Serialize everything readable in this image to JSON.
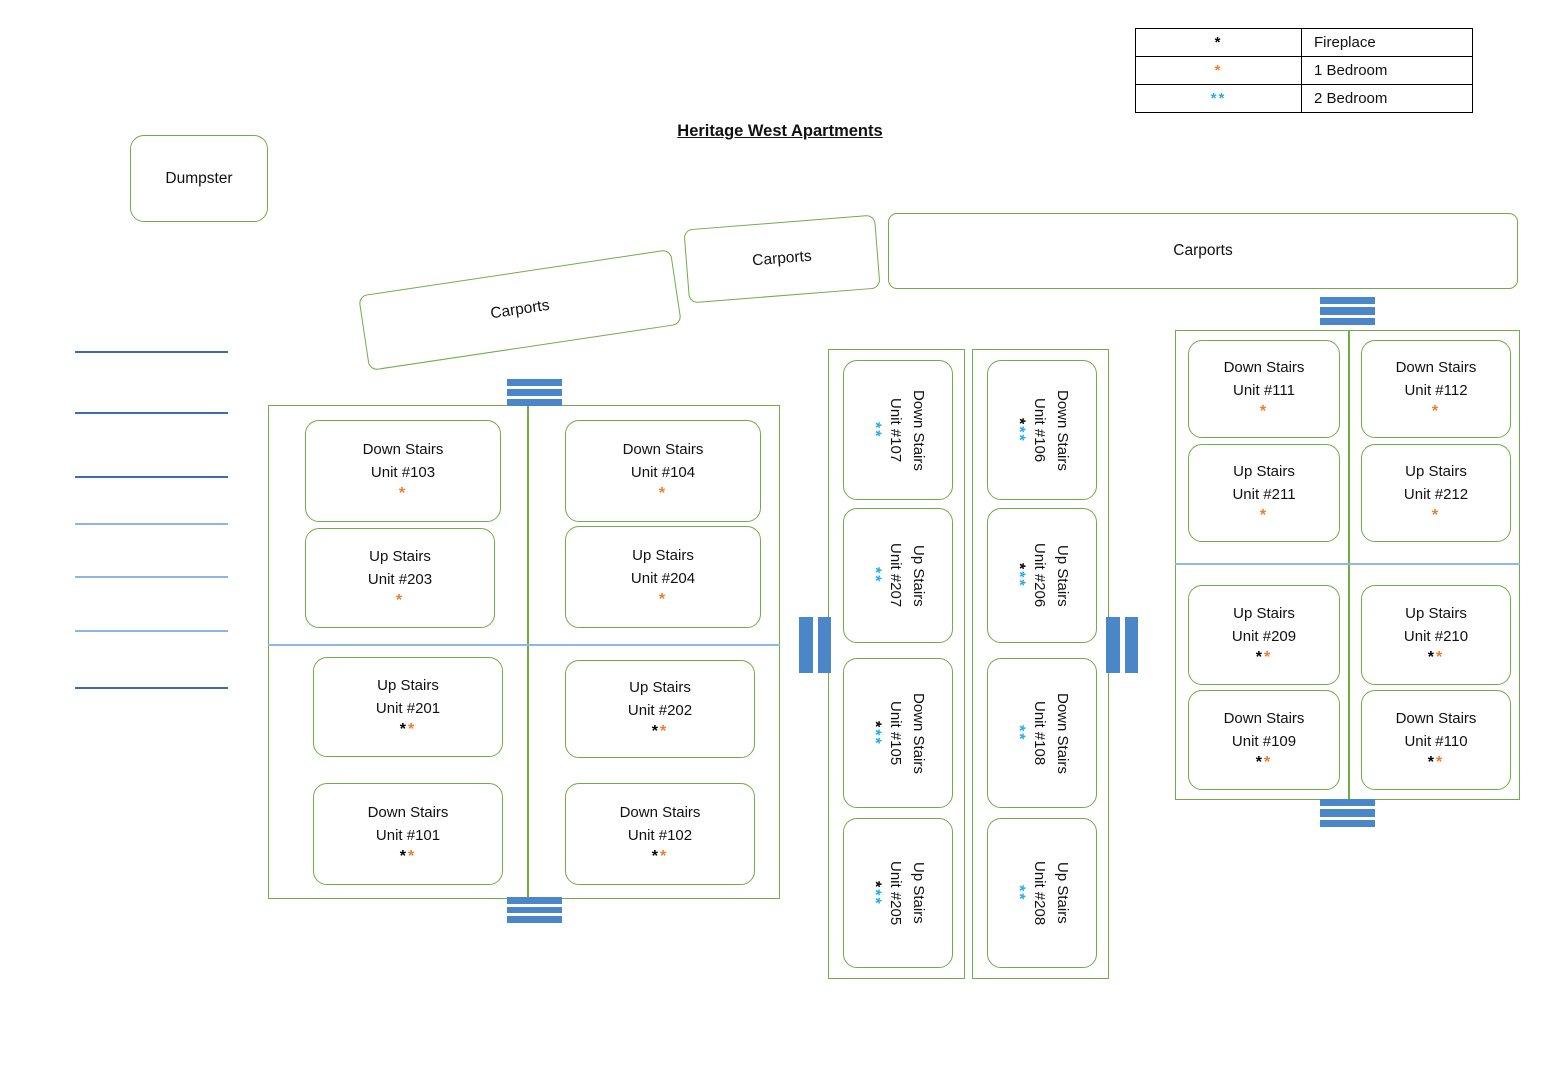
{
  "title": "Heritage West Apartments",
  "legend": {
    "rows": [
      {
        "stars": [
          [
            "*",
            "#000000"
          ]
        ],
        "label": "Fireplace"
      },
      {
        "stars": [
          [
            "*",
            "#ED7D31"
          ]
        ],
        "label": "1 Bedroom"
      },
      {
        "stars": [
          [
            "*",
            "#29ABE2"
          ],
          [
            "*",
            "#29ABE2"
          ]
        ],
        "label": "2 Bedroom"
      }
    ]
  },
  "dumpster": {
    "label": "Dumpster"
  },
  "carports": {
    "left": "Carports",
    "middle": "Carports",
    "right": "Carports"
  },
  "buildings": {
    "west": {
      "units": [
        {
          "line1": "Down Stairs",
          "line2": "Unit #103",
          "stars": [
            [
              "*",
              "#ED7D31"
            ]
          ]
        },
        {
          "line1": "Down Stairs",
          "line2": "Unit #104",
          "stars": [
            [
              "*",
              "#ED7D31"
            ]
          ]
        },
        {
          "line1": "Up Stairs",
          "line2": "Unit #203",
          "stars": [
            [
              "*",
              "#ED7D31"
            ]
          ]
        },
        {
          "line1": "Up Stairs",
          "line2": "Unit #204",
          "stars": [
            [
              "*",
              "#ED7D31"
            ]
          ]
        },
        {
          "line1": "Up Stairs",
          "line2": "Unit #201",
          "stars": [
            [
              "*",
              "#000000"
            ],
            [
              "*",
              "#ED7D31"
            ]
          ]
        },
        {
          "line1": "Up Stairs",
          "line2": "Unit #202",
          "stars": [
            [
              "*",
              "#000000"
            ],
            [
              "*",
              "#ED7D31"
            ]
          ]
        },
        {
          "line1": "Down Stairs",
          "line2": "Unit #101",
          "stars": [
            [
              "*",
              "#000000"
            ],
            [
              "*",
              "#ED7D31"
            ]
          ]
        },
        {
          "line1": "Down Stairs",
          "line2": "Unit #102",
          "stars": [
            [
              "*",
              "#000000"
            ],
            [
              "*",
              "#ED7D31"
            ]
          ]
        }
      ]
    },
    "center": {
      "units": [
        {
          "line1": "Down Stairs",
          "line2": "Unit #107",
          "stars": [
            [
              "*",
              "#29ABE2"
            ],
            [
              "*",
              "#29ABE2"
            ]
          ]
        },
        {
          "line1": "Down Stairs",
          "line2": "Unit #106",
          "stars": [
            [
              "*",
              "#000000"
            ],
            [
              "*",
              "#29ABE2"
            ],
            [
              "*",
              "#29ABE2"
            ]
          ]
        },
        {
          "line1": "Up Stairs",
          "line2": "Unit #207",
          "stars": [
            [
              "*",
              "#29ABE2"
            ],
            [
              "*",
              "#29ABE2"
            ]
          ]
        },
        {
          "line1": "Up Stairs",
          "line2": "Unit #206",
          "stars": [
            [
              "*",
              "#000000"
            ],
            [
              "*",
              "#29ABE2"
            ],
            [
              "*",
              "#29ABE2"
            ]
          ]
        },
        {
          "line1": "Down Stairs",
          "line2": "Unit #105",
          "stars": [
            [
              "*",
              "#000000"
            ],
            [
              "*",
              "#29ABE2"
            ],
            [
              "*",
              "#29ABE2"
            ]
          ]
        },
        {
          "line1": "Down Stairs",
          "line2": "Unit #108",
          "stars": [
            [
              "*",
              "#29ABE2"
            ],
            [
              "*",
              "#29ABE2"
            ]
          ]
        },
        {
          "line1": "Up Stairs",
          "line2": "Unit #205",
          "stars": [
            [
              "*",
              "#000000"
            ],
            [
              "*",
              "#29ABE2"
            ],
            [
              "*",
              "#29ABE2"
            ]
          ]
        },
        {
          "line1": "Up Stairs",
          "line2": "Unit #208",
          "stars": [
            [
              "*",
              "#29ABE2"
            ],
            [
              "*",
              "#29ABE2"
            ]
          ]
        }
      ]
    },
    "east": {
      "units": [
        {
          "line1": "Down Stairs",
          "line2": "Unit #111",
          "stars": [
            [
              "*",
              "#ED7D31"
            ]
          ]
        },
        {
          "line1": "Down Stairs",
          "line2": "Unit #112",
          "stars": [
            [
              "*",
              "#ED7D31"
            ]
          ]
        },
        {
          "line1": "Up Stairs",
          "line2": "Unit #211",
          "stars": [
            [
              "*",
              "#ED7D31"
            ]
          ]
        },
        {
          "line1": "Up Stairs",
          "line2": "Unit #212",
          "stars": [
            [
              "*",
              "#ED7D31"
            ]
          ]
        },
        {
          "line1": "Up Stairs",
          "line2": "Unit #209",
          "stars": [
            [
              "*",
              "#000000"
            ],
            [
              "*",
              "#ED7D31"
            ]
          ]
        },
        {
          "line1": "Up Stairs",
          "line2": "Unit #210",
          "stars": [
            [
              "*",
              "#000000"
            ],
            [
              "*",
              "#ED7D31"
            ]
          ]
        },
        {
          "line1": "Down Stairs",
          "line2": "Unit #109",
          "stars": [
            [
              "*",
              "#000000"
            ],
            [
              "*",
              "#ED7D31"
            ]
          ]
        },
        {
          "line1": "Down Stairs",
          "line2": "Unit #110",
          "stars": [
            [
              "*",
              "#000000"
            ],
            [
              "*",
              "#ED7D31"
            ]
          ]
        }
      ]
    }
  },
  "colors": {
    "outline_green": "#70AD47",
    "divider_blue": "#8FB9E0",
    "stairs_blue": "#4A86C8",
    "fireplace_black": "#000000",
    "one_bedroom_orange": "#ED7D31",
    "two_bedroom_blue": "#29ABE2"
  }
}
